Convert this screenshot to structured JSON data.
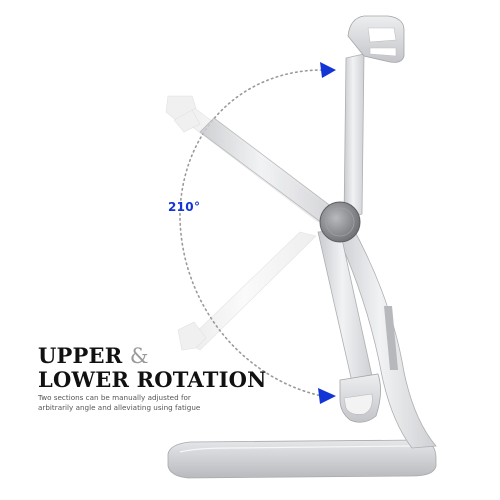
{
  "product_image": {
    "angle_label": "210°",
    "headline_line1": "UPPER",
    "headline_amp": "&",
    "headline_line2": "LOWER ROTATION",
    "caption_line1": "Two sections can be manually adjusted for",
    "caption_line2": "arbitrarily angle and alleviating using fatigue",
    "accent_color": "#1435d6",
    "metal_color": "#d9dadd"
  }
}
